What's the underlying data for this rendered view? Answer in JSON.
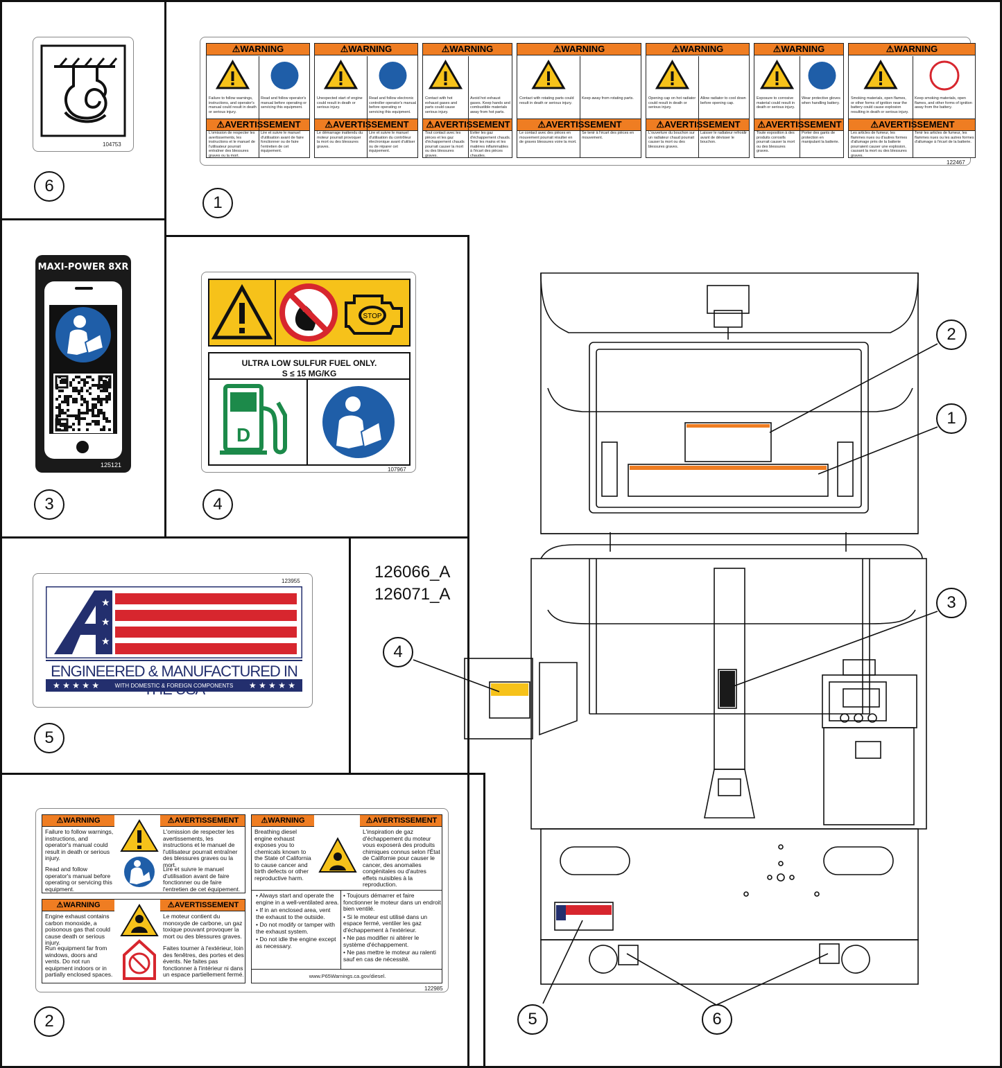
{
  "codes": [
    "126066_A",
    "126071_A"
  ],
  "callouts": [
    "1",
    "2",
    "3",
    "4",
    "5",
    "6"
  ],
  "decal_1": {
    "part_number": "122467",
    "headers": [
      "WARNING",
      "WARNING",
      "WARNING",
      "WARNING",
      "WARNING",
      "WARNING",
      "WARNING"
    ],
    "headers_fr": [
      "AVERTISSEMENT",
      "AVERTISSEMENT",
      "AVERTISSEMENT",
      "AVERTISSEMENT",
      "AVERTISSEMENT",
      "AVERTISSEMENT",
      "AVERTISSEMENT"
    ],
    "en_texts": [
      [
        "Failure to follow warnings, instructions, and operator's manual could result in death or serious injury.",
        "Read and follow operator's manual before operating or servicing this equipment."
      ],
      [
        "Unexpected start of engine could result in death or serious injury.",
        "Read and follow electronic controller operator's manual before operating or servicing this equipment."
      ],
      [
        "Contact with hot exhaust gases and parts could cause serious injury.",
        "Avoid hot exhaust gases. Keep hands and combustible materials away from hot parts."
      ],
      [
        "Contact with rotating parts could result in death or serious injury.",
        "Keep away from rotating parts."
      ],
      [
        "Opening cap on hot radiator could result in death or serious injury.",
        "Allow radiator to cool down before opening cap."
      ],
      [
        "Exposure to corrosive material could result in death or serious injury.",
        "Wear protective gloves when handling battery."
      ],
      [
        "Smoking materials, open flames, or other forms of ignition near the battery could cause explosion resulting in death or serious injury.",
        "Keep smoking materials, open flames, and other forms of ignition away from the battery."
      ]
    ],
    "fr_texts": [
      [
        "L'omission de respecter les avertissements, les instructions et le manuel de l'utilisateur pourrait entraîner des blessures graves ou la mort.",
        "Lire et suivre le manuel d'utilisation avant de faire fonctionner ou de faire l'entretien de cet équipement."
      ],
      [
        "Le démarrage inattendu du moteur pourrait provoquer la mort ou des blessures graves.",
        "Lire et suivre le manuel d'utilisation du contrôleur électronique avant d'utiliser ou de réparer cet équipement."
      ],
      [
        "Tout contact avec les pièces et les gaz d'échappement chauds pourrait causer la mort ou des blessures graves.",
        "Eviter les gaz d'échappement chauds. Tenir les mains et les matières inflammables à l'écart des pièces chaudes."
      ],
      [
        "Le contact avec des pièces en mouvement pourrait résulter en de graves blessures voire la mort.",
        "Se tenir à l'écart des pièces en mouvement."
      ],
      [
        "L'ouverture du bouchon sur un radiateur chaud pourrait causer la mort ou des blessures graves.",
        "Laisser le radiateur refroidir avant de dévisser le bouchon."
      ],
      [
        "Toute exposition à des produits corrosifs pourrait causer la mort ou des blessures graves.",
        "Porter des gants de protection en manipulant la batterie."
      ],
      [
        "Les articles de fumeur, les flammes nues ou d'autres formes d'allumage près de la batterie pourraient causer une explosion, causant la mort ou des blessures graves.",
        "Tenir les articles de fumeur, les flammes nues ou les autres formes d'allumage à l'écart de la batterie."
      ]
    ]
  },
  "decal_2": {
    "part_number": "122985",
    "warning": "WARNING",
    "avertissement": "AVERTISSEMENT",
    "box1_en": "Failure to follow warnings, instructions, and operator's manual could result in death or serious injury.",
    "box1_en_2": "Read and follow operator's manual before operating or servicing this equipment.",
    "box1_fr": "L'omission de respecter les avertissements, les instructions et le manuel de l'utilisateur pourrait entraîner des blessures graves ou la mort.",
    "box1_fr_2": "Lire et suivre le manuel d'utilisation avant de faire fonctionner ou de faire l'entretien de cet équipement.",
    "box2_en": "Engine exhaust contains carbon monoxide, a poisonous gas that could cause death or serious injury.",
    "box2_en_2": "Run equipment far from windows, doors and vents. Do not run equipment indoors or in partially enclosed spaces.",
    "box2_fr": "Le moteur contient du monoxyde de carbone, un gaz toxique pouvant provoquer la mort ou des blessures graves.",
    "box2_fr_2": "Faites tourner à l'extérieur, loin des fenêtres, des portes et des évents. Ne faites pas fonctionner à l'intérieur ni dans un espace partiellement fermé.",
    "box3_en": "Breathing diesel engine exhaust exposes you to chemicals known to the State of California to cause cancer and birth defects or other reproductive harm.",
    "box3_fr": "L'inspiration de gaz d'échappement du moteur vous exposerá des produits chimiques connus selon l'État de Californie pour causer le cancer, des anomalies congénitales ou d'autres effets nuisibles à la reproduction.",
    "bullets_en": [
      "• Always start and operate the engine in a well-ventilated area.",
      "• If in an enclosed area, vent the exhaust to the outside.",
      "• Do not modify or tamper with the exhaust system.",
      "• Do not idle the engine except as necessary."
    ],
    "bullets_fr": [
      "• Toujours démarrer et faire fonctionner le moteur dans un endroit bien ventilé.",
      "• Si le moteur est utilisé dans un espace fermé, ventiler les gaz d'échappement à l'extérieur.",
      "• Ne pas modifier ni altérer le système d'échappement.",
      "• Ne pas mettre le moteur au ralenti sauf en cas de nécessité."
    ],
    "url": "www.P65Warnings.ca.gov/diesel."
  },
  "decal_3": {
    "title": "MAXI-POWER 8XR",
    "part_number": "125121"
  },
  "decal_4": {
    "line1": "ULTRA LOW SULFUR FUEL ONLY.",
    "line2": "S ≤ 15 MG/KG",
    "part_number": "107967",
    "stop_text": "STOP"
  },
  "decal_5": {
    "part_number": "123955",
    "title": "ENGINEERED & MANUFACTURED IN THE USA",
    "subtitle": "WITH DOMESTIC & FOREIGN COMPONENTS",
    "stars": "★ ★ ★ ★ ★"
  },
  "decal_6": {
    "part_number": "104753"
  },
  "colors": {
    "warning_orange": "#ef7d22",
    "safety_yellow": "#f6c21a",
    "mandatory_blue": "#1f5ea8",
    "fuel_green": "#1c8a4a",
    "prohibit_red": "#d7262e",
    "flag_navy": "#232f6e",
    "flag_red": "#d7262e"
  }
}
